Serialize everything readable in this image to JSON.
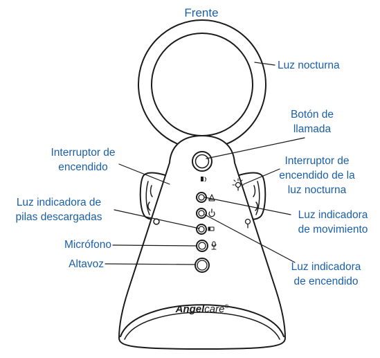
{
  "colors": {
    "label": "#1a5fa8",
    "outline": "#1a1a1a",
    "background": "#ffffff"
  },
  "title": "Frente",
  "brand": {
    "bold": "Angel",
    "italic": "care",
    "mark": "®"
  },
  "labels": {
    "night_light": "Luz nocturna",
    "call_button_1": "Botón de",
    "call_button_2": "llamada",
    "power_switch_1": "Interruptor de",
    "power_switch_2": "encendido",
    "nl_switch_1": "Interruptor de",
    "nl_switch_2": "encendido de la",
    "nl_switch_3": "luz nocturna",
    "low_battery_1": "Luz indicadora de",
    "low_battery_2": "pilas descargadas",
    "microphone": "Micrófono",
    "speaker": "Altavoz",
    "motion_1": "Luz indicadora",
    "motion_2": "de movimiento",
    "power_ind_1": "Luz indicadora",
    "power_ind_2": "de encendido"
  },
  "icons": {
    "call_button": "bell-icon",
    "motion_light": "motion-icon",
    "power_light": "power-icon",
    "battery_light": "battery-icon",
    "microphone": "microphone-icon",
    "night_light_switch": "bulb-rays-icon",
    "night_light_small": "bulb-icon"
  }
}
